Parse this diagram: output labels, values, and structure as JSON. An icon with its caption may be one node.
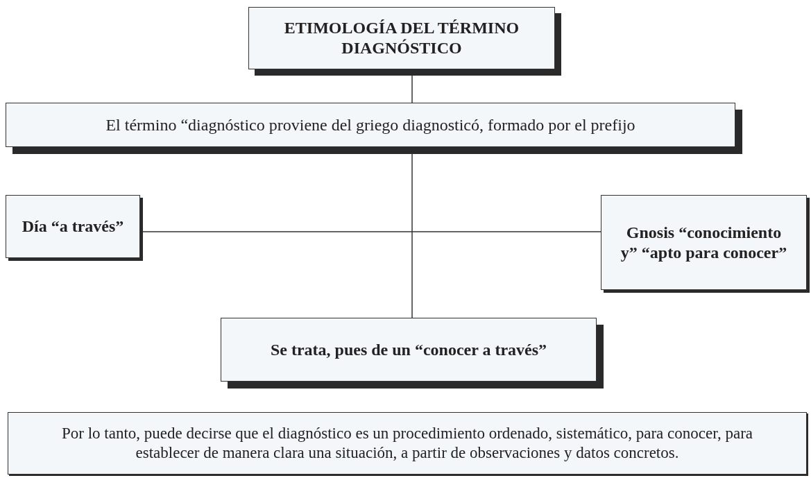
{
  "diagram": {
    "nodes": [
      {
        "text": [
          "ETIMOLOGÍA DEL TÉRMINO DIAGNÓSTICO"
        ]
      },
      {
        "text": [
          "El término “diagnóstico proviene del griego diagnosticó, formado por el prefijo"
        ]
      },
      {
        "text": [
          "Día “a través”"
        ]
      },
      {
        "text": [
          "Gnosis “conocimiento y” “apto para conocer”"
        ]
      },
      {
        "text": [
          "Se trata, pues de un “conocer a través”"
        ]
      },
      {
        "text": [
          "Por lo tanto, puede decirse que el diagnóstico es un procedimiento ordenado, sistemático, para conocer, para establecer de manera clara una situación, a partir de observaciones y datos concretos."
        ]
      }
    ],
    "edges": [
      {
        "from": 0,
        "to": 1,
        "arrow": "none"
      },
      {
        "from": 1,
        "to": 4,
        "arrow": "none"
      },
      {
        "from": 2,
        "to": 3,
        "arrow": "none"
      }
    ]
  }
}
